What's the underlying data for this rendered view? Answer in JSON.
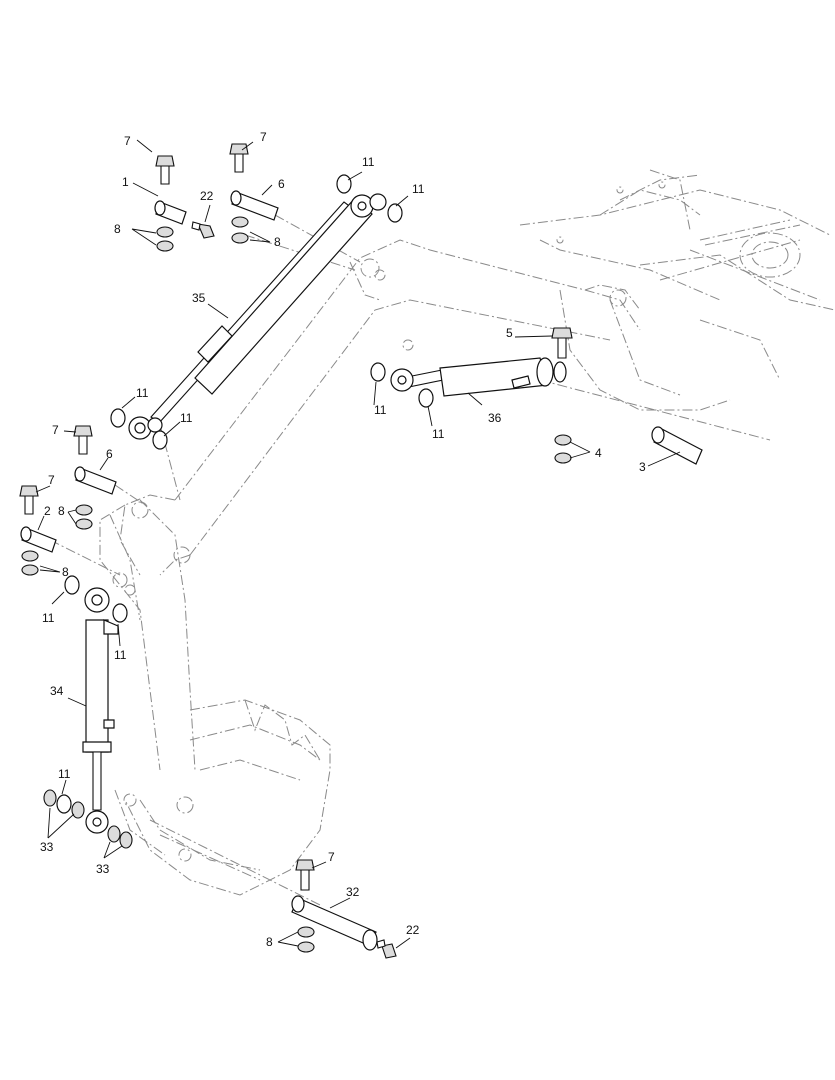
{
  "callouts": [
    {
      "id": "c1",
      "text": "1"
    },
    {
      "id": "c2",
      "text": "2"
    },
    {
      "id": "c3",
      "text": "3"
    },
    {
      "id": "c4",
      "text": "4"
    },
    {
      "id": "c5",
      "text": "5"
    },
    {
      "id": "c6a",
      "text": "6"
    },
    {
      "id": "c6b",
      "text": "6"
    },
    {
      "id": "c7a",
      "text": "7"
    },
    {
      "id": "c7b",
      "text": "7"
    },
    {
      "id": "c7c",
      "text": "7"
    },
    {
      "id": "c7d",
      "text": "7"
    },
    {
      "id": "c7e",
      "text": "7"
    },
    {
      "id": "c8a",
      "text": "8"
    },
    {
      "id": "c8b",
      "text": "8"
    },
    {
      "id": "c8c",
      "text": "8"
    },
    {
      "id": "c8d",
      "text": "8"
    },
    {
      "id": "c8e",
      "text": "8"
    },
    {
      "id": "c11a",
      "text": "11"
    },
    {
      "id": "c11b",
      "text": "11"
    },
    {
      "id": "c11c",
      "text": "11"
    },
    {
      "id": "c11d",
      "text": "11"
    },
    {
      "id": "c11e",
      "text": "11"
    },
    {
      "id": "c11f",
      "text": "11"
    },
    {
      "id": "c11g",
      "text": "11"
    },
    {
      "id": "c11h",
      "text": "11"
    },
    {
      "id": "c11i",
      "text": "11"
    },
    {
      "id": "c22a",
      "text": "22"
    },
    {
      "id": "c22b",
      "text": "22"
    },
    {
      "id": "c32",
      "text": "32"
    },
    {
      "id": "c33a",
      "text": "33"
    },
    {
      "id": "c33b",
      "text": "33"
    },
    {
      "id": "c34",
      "text": "34"
    },
    {
      "id": "c35",
      "text": "35"
    },
    {
      "id": "c36",
      "text": "36"
    }
  ]
}
